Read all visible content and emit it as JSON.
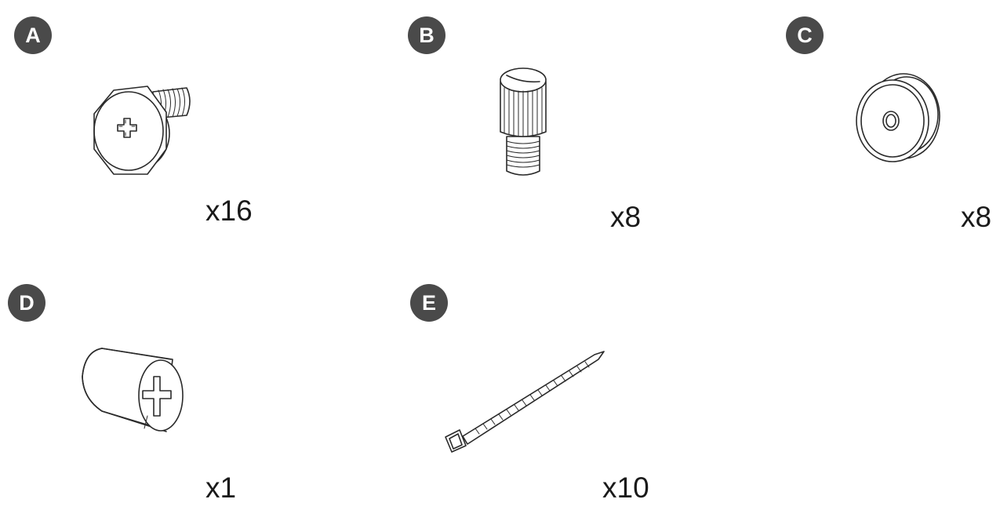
{
  "parts": [
    {
      "label": "A",
      "quantity": "x16",
      "icon": "hex-flange-screw-icon"
    },
    {
      "label": "B",
      "quantity": "x8",
      "icon": "knurled-pin-icon"
    },
    {
      "label": "C",
      "quantity": "x8",
      "icon": "grommet-bushing-icon"
    },
    {
      "label": "D",
      "quantity": "x1",
      "icon": "cam-lock-barrel-icon"
    },
    {
      "label": "E",
      "quantity": "x10",
      "icon": "cable-tie-icon"
    }
  ],
  "colors": {
    "badge": "#4a4a4a",
    "badge_text": "#ffffff",
    "ink": "#2a2a2a",
    "text": "#1a1a1a"
  }
}
